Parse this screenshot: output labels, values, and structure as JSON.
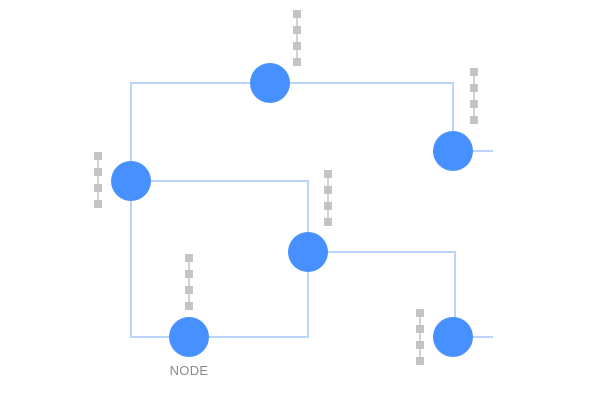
{
  "colors": {
    "node": "#4690ff",
    "edge": "#b9d4ff",
    "marker": "#c4c4c4"
  },
  "nodes": [
    {
      "id": "a",
      "label": ""
    },
    {
      "id": "b",
      "label": ""
    },
    {
      "id": "c",
      "label": ""
    },
    {
      "id": "d",
      "label": ""
    },
    {
      "id": "e",
      "label": "NODE"
    },
    {
      "id": "f",
      "label": ""
    }
  ]
}
